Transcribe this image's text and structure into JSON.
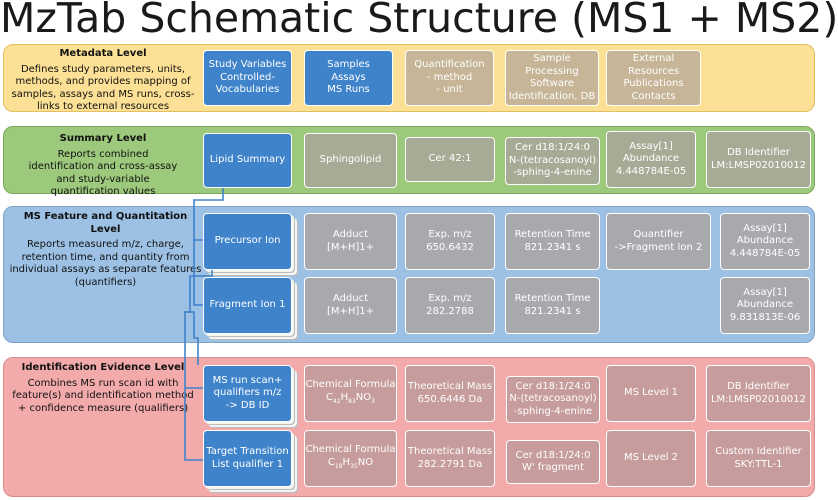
{
  "title": "MzTab Schematic Structure (MS1 + MS2)",
  "metadata": {
    "heading": "Metadata Level",
    "desc": "Defines study parameters, units, methods, and provides mapping of samples, assays and MS runs, cross-links to external resources",
    "study": "Study Variables\nControlled-\nVocabularies",
    "samples": "Samples\nAssays\nMS Runs",
    "quant": "Quantification\n- method\n- unit",
    "processing": "Sample Processing\nSoftware\nIdentification, DB",
    "external": "External Resources\nPublications\nContacts"
  },
  "summary": {
    "heading": "Summary Level",
    "desc": "Reports combined identification and cross-assay and study-variable quantification values",
    "lipid": "Lipid Summary",
    "class": "Sphingolipid",
    "species": "Cer 42:1",
    "molecule": "Cer d18:1/24:0\nN-(tetracosanoyl)\n-sphing-4-enine",
    "abundance": "Assay[1]\nAbundance\n4.448784E-05",
    "db": "DB Identifier\nLM:LMSP02010012"
  },
  "feature": {
    "heading": "MS Feature and Quantitation Level",
    "desc": "Reports measured m/z, charge, retention time, and quantity from individual assays as separate features (quantifiers)",
    "precursor": {
      "label": "Precursor Ion",
      "adduct": "Adduct\n[M+H]1+",
      "mz": "Exp. m/z\n650.6432",
      "rt": "Retention Time\n821.2341 s",
      "quantifier": "Quantifier\n->Fragment Ion 2",
      "abundance": "Assay[1]\nAbundance\n4.448784E-05"
    },
    "fragment": {
      "label": "Fragment Ion 1",
      "adduct": "Adduct\n[M+H]1+",
      "mz": "Exp. m/z\n282.2788",
      "rt": "Retention Time\n821.2341 s",
      "abundance": "Assay[1]\nAbundance\n9.831813E-06"
    }
  },
  "evidence": {
    "heading": "Identification Evidence Level",
    "desc": "Combines MS run scan id with feature(s) and identification method + confidence measure (qualifiers)",
    "row1": {
      "label": "MS run scan+\nqualifiers m/z\n-> DB ID",
      "formula_label": "Chemical Formula",
      "formula": {
        "c": "C",
        "c_sub": "42",
        "h": "H",
        "h_sub": "83",
        "n": "NO",
        "o_sub": "3"
      },
      "mass": "Theoretical Mass\n650.6446 Da",
      "molecule": "Cer d18:1/24:0\nN-(tetracosanoyl)\n-sphing-4-enine",
      "ms_level": "MS Level 1",
      "db": "DB Identifier\nLM:LMSP02010012"
    },
    "row2": {
      "label": "Target Transition\nList qualifier 1",
      "formula_label": "Chemical Formula",
      "formula": {
        "c": "C",
        "c_sub": "18",
        "h": "H",
        "h_sub": "35",
        "n": "NO"
      },
      "mass": "Theoretical Mass\n282.2791 Da",
      "molecule": "Cer d18:1/24:0\nW' fragment",
      "ms_level": "MS Level 2",
      "custom": "Custom Identifier\nSKY:TTL-1"
    }
  },
  "colors": {
    "metadata_band": "#fbe095",
    "summary_band": "#9dc97d",
    "feature_band": "#9cc1e4",
    "evidence_band": "#f3aaab",
    "primary_box": "#3f83cb",
    "connector": "#3f83cb"
  }
}
